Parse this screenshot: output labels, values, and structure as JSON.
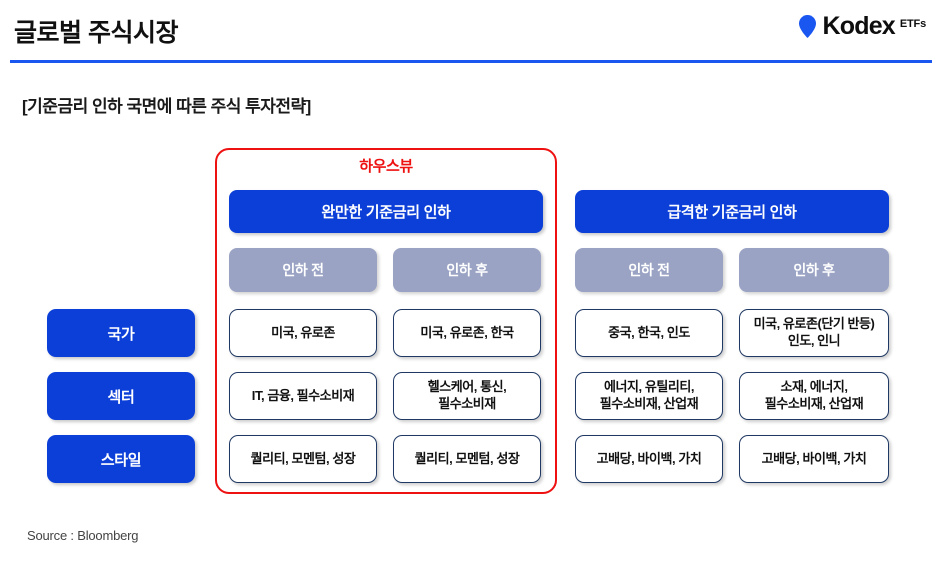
{
  "header": {
    "title": "글로벌 주식시장",
    "brand_name": "Kodex",
    "brand_sub": "ETFs",
    "accent_color": "#1a56f0"
  },
  "subtitle": "[기준금리 인하 국면에 따른 주식 투자전략]",
  "highlight": {
    "label": "하우스뷰",
    "color": "#ee1111"
  },
  "row_labels": [
    {
      "label": "국가"
    },
    {
      "label": "섹터"
    },
    {
      "label": "스타일"
    }
  ],
  "groups": [
    {
      "head": "완만한 기준금리 인하",
      "phases": [
        "인하 전",
        "인하 후"
      ]
    },
    {
      "head": "급격한 기준금리 인하",
      "phases": [
        "인하 전",
        "인하 후"
      ]
    }
  ],
  "matrix": {
    "r0": {
      "c0": "미국, 유로존",
      "c1": "미국, 유로존, 한국",
      "c2": "중국, 한국, 인도",
      "c3": "미국, 유로존(단기 반등)\n인도, 인니"
    },
    "r1": {
      "c0": "IT, 금융, 필수소비재",
      "c1": "헬스케어, 통신,\n필수소비재",
      "c2": "에너지, 유틸리티,\n필수소비재, 산업재",
      "c3": "소재, 에너지,\n필수소비재, 산업재"
    },
    "r2": {
      "c0": "퀄리티, 모멘텀, 성장",
      "c1": "퀄리티, 모멘텀, 성장",
      "c2": "고배당, 바이백, 가치",
      "c3": "고배당, 바이백, 가치"
    }
  },
  "footer": {
    "source": "Source : Bloomberg"
  },
  "palette": {
    "primary_blue": "#0b3fd8",
    "phase_gray": "#9aa3c4",
    "cell_border": "#1f3864"
  }
}
